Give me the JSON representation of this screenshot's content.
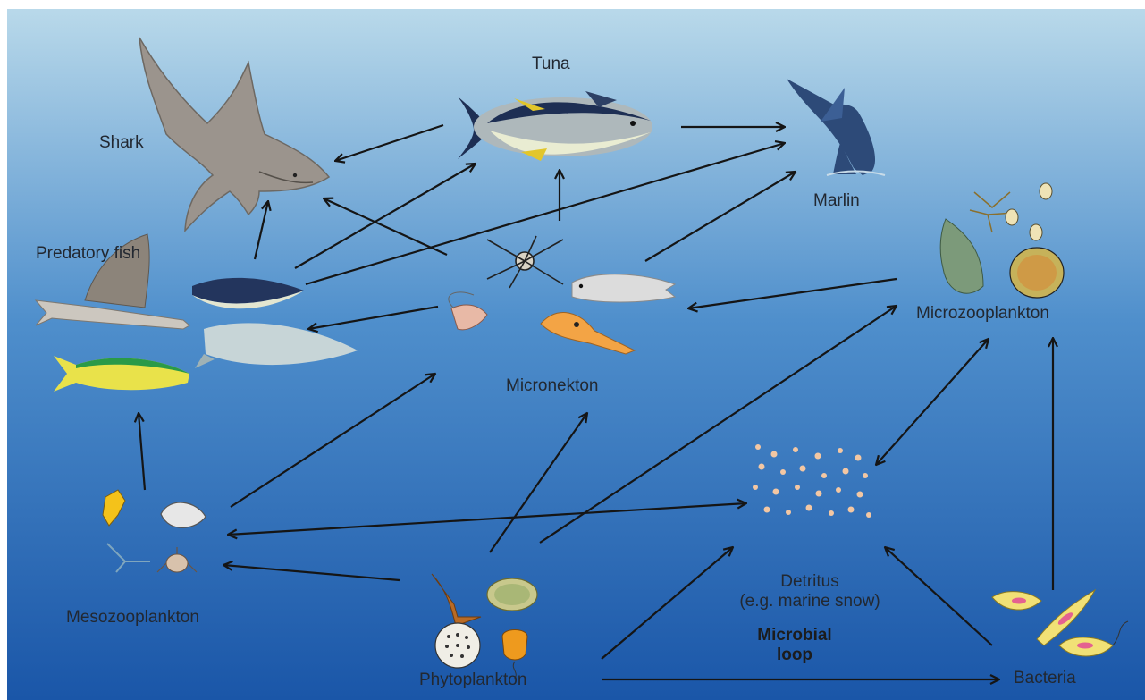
{
  "diagram": {
    "colors": {
      "bg_top": "#b9d9ea",
      "bg_mid": "#4f8fcc",
      "bg_bottom": "#1a56a8",
      "arrow": "#151515"
    },
    "nodes": {
      "shark": {
        "label": "Shark",
        "icon": "shark-icon"
      },
      "tuna": {
        "label": "Tuna",
        "icon": "tuna-icon"
      },
      "marlin": {
        "label": "Marlin",
        "icon": "marlin-icon"
      },
      "predatory_fish": {
        "label": "Predatory fish",
        "icon": "predatory-fish-icon"
      },
      "micronekton": {
        "label": "Micronekton",
        "icon": "micronekton-icon"
      },
      "microzooplankton": {
        "label": "Microzooplankton",
        "icon": "microzooplankton-icon"
      },
      "detritus": {
        "label_line1": "Detritus",
        "label_line2": "(e.g. marine snow)",
        "icon": "detritus-icon"
      },
      "mesozooplankton": {
        "label": "Mesozooplankton",
        "icon": "mesozooplankton-icon"
      },
      "phytoplankton": {
        "label": "Phytoplankton",
        "icon": "phytoplankton-icon"
      },
      "bacteria": {
        "label": "Bacteria",
        "icon": "bacteria-icon"
      }
    },
    "microbial_loop": {
      "line1": "Microbial",
      "line2": "loop"
    }
  }
}
